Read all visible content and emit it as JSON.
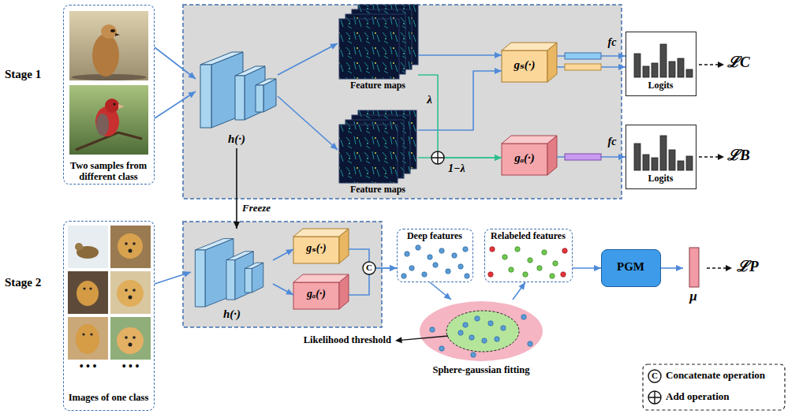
{
  "diagram": {
    "nodes": [
      {
        "text": [
          "Two samples from different class"
        ]
      },
      {
        "text": [
          "h(·)"
        ]
      },
      {
        "text": [
          "Feature maps"
        ]
      },
      {
        "text": [
          "Feature maps"
        ]
      },
      {
        "text": [
          "gₛ(·)"
        ]
      },
      {
        "text": [
          "gₐ(·)"
        ]
      },
      {
        "text": [
          "Logits"
        ]
      },
      {
        "text": [
          "Logits"
        ]
      },
      {
        "text": [
          "Images of one class"
        ]
      },
      {
        "text": [
          "h(·)"
        ]
      },
      {
        "text": [
          "gₛ(·)"
        ]
      },
      {
        "text": [
          "gₐ(·)"
        ]
      },
      {
        "text": [
          "Deep features"
        ]
      },
      {
        "text": [
          "Relabeled features"
        ]
      },
      {
        "text": [
          "Sphere-gaussian fitting"
        ]
      },
      {
        "text": [
          "PGM"
        ]
      },
      {
        "text": [
          "μ"
        ]
      }
    ],
    "edges": [
      {
        "from": 0,
        "to": 1,
        "arrow": "to"
      },
      {
        "from": 1,
        "to": 2,
        "arrow": "to"
      },
      {
        "from": 1,
        "to": 3,
        "arrow": "to"
      },
      {
        "from": 2,
        "to": 4,
        "arrow": "to"
      },
      {
        "from": 3,
        "to": 4,
        "arrow": "to"
      },
      {
        "from": 2,
        "to": 5,
        "label": "λ",
        "arrow": "to"
      },
      {
        "from": 3,
        "to": 5,
        "label": "1−λ",
        "arrow": "to"
      },
      {
        "from": 4,
        "to": 6,
        "label": "fc",
        "arrow": "to"
      },
      {
        "from": 5,
        "to": 7,
        "label": "fc",
        "arrow": "to"
      },
      {
        "from": 1,
        "to": 9,
        "label": "Freeze",
        "arrow": "to"
      },
      {
        "from": 8,
        "to": 9,
        "arrow": "to"
      },
      {
        "from": 9,
        "to": 10,
        "arrow": "to"
      },
      {
        "from": 9,
        "to": 11,
        "arrow": "to"
      },
      {
        "from": 10,
        "to": 12,
        "arrow": "to"
      },
      {
        "from": 11,
        "to": 12,
        "arrow": "to"
      },
      {
        "from": 12,
        "to": 14,
        "arrow": "to"
      },
      {
        "from": 14,
        "to": 13,
        "arrow": "to"
      },
      {
        "from": 13,
        "to": 15,
        "arrow": "to"
      },
      {
        "from": 15,
        "to": 16,
        "arrow": "to"
      }
    ],
    "labels": [
      "Stage 1",
      "Stage 2",
      "ℒC",
      "ℒB",
      "• • •",
      "• • •",
      "ℒP",
      "Likelihood threshold",
      "C",
      "C"
    ],
    "legend": [
      {
        "text": "Concatenate operation"
      },
      {
        "text": "Add operation"
      }
    ]
  }
}
